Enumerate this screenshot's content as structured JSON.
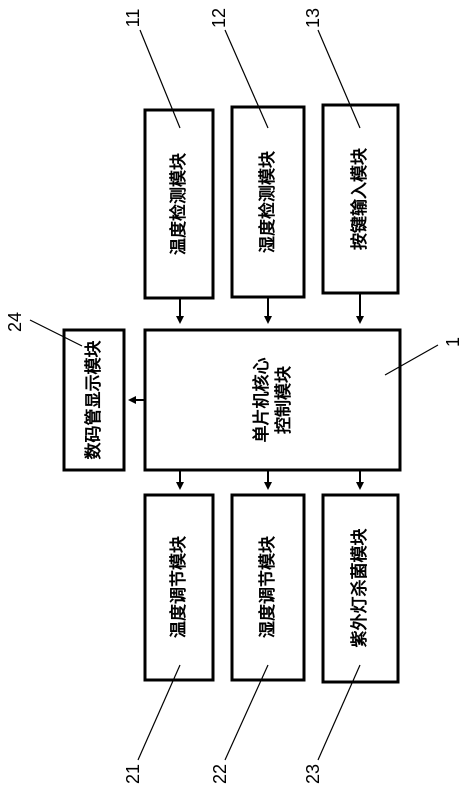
{
  "modules": {
    "temperature_detection": "温度检测模块",
    "humidity_detection": "湿度检测模块",
    "key_input": "按键输入模块",
    "mcu_core_line1": "单片机核心",
    "mcu_core_line2": "控制模块",
    "digital_tube_display": "数码管显示模块",
    "temperature_regulation": "温度调节模块",
    "humidity_regulation": "湿度调节模块",
    "uv_sterilization": "紫外灯杀菌模块"
  },
  "reference_numbers": {
    "temperature_detection": "11",
    "humidity_detection": "12",
    "key_input": "13",
    "mcu_core": "1",
    "digital_tube_display": "24",
    "temperature_regulation": "21",
    "humidity_regulation": "22",
    "uv_sterilization": "23"
  }
}
